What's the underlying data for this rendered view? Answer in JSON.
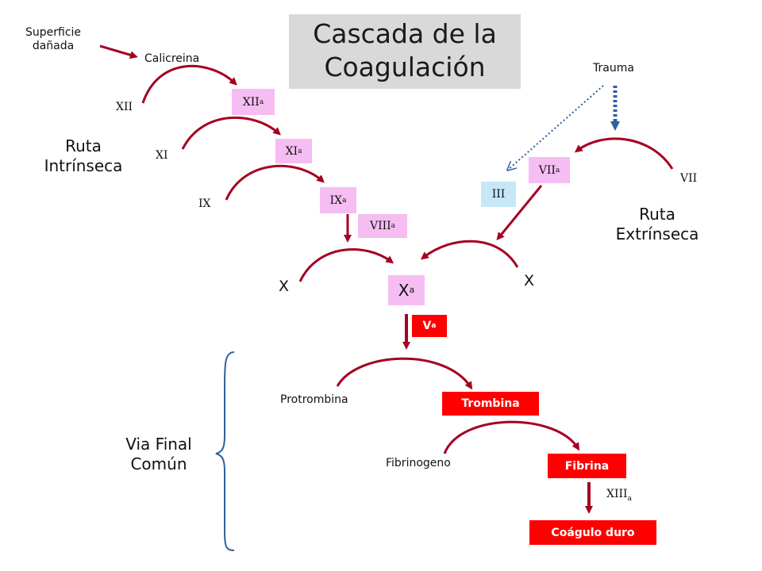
{
  "title": {
    "line1": "Cascada de la",
    "line2": "Coagulación"
  },
  "labels": {
    "superficie_1": "Superficie",
    "superficie_2": "dañada",
    "calicreina": "Calicreina",
    "ruta_intrinseca_1": "Ruta",
    "ruta_intrinseca_2": "Intrínseca",
    "ruta_extrinseca_1": "Ruta",
    "ruta_extrinseca_2": "Extrínseca",
    "trauma": "Trauma",
    "via_final_1": "Via Final",
    "via_final_2": "Común",
    "protrombina": "Protrombina",
    "fibrinogeno": "Fibrinogeno"
  },
  "factors": {
    "xii": "XII",
    "xi": "XI",
    "ix": "IX",
    "vii": "VII",
    "x_left": "X",
    "x_right": "X",
    "xiii": "XIII",
    "active_sub": "a"
  },
  "boxes": {
    "xiia": "XII",
    "xia": "XI",
    "ixa": "IX",
    "viiia": "VIII",
    "viia": "VII",
    "iii": "III",
    "xa": "X",
    "va": "V",
    "trombina": "Trombina",
    "fibrina": "Fibrina",
    "coagulo": "Coágulo duro"
  },
  "colors": {
    "arrow_red": "#a50021",
    "trauma_blue": "#2e5f9e",
    "brace_blue": "#2e5f9e",
    "box_pink": "#f6bdf2",
    "box_blue": "#c6e7f7",
    "box_red": "#ff0000",
    "title_bg": "#d9d9d9"
  }
}
